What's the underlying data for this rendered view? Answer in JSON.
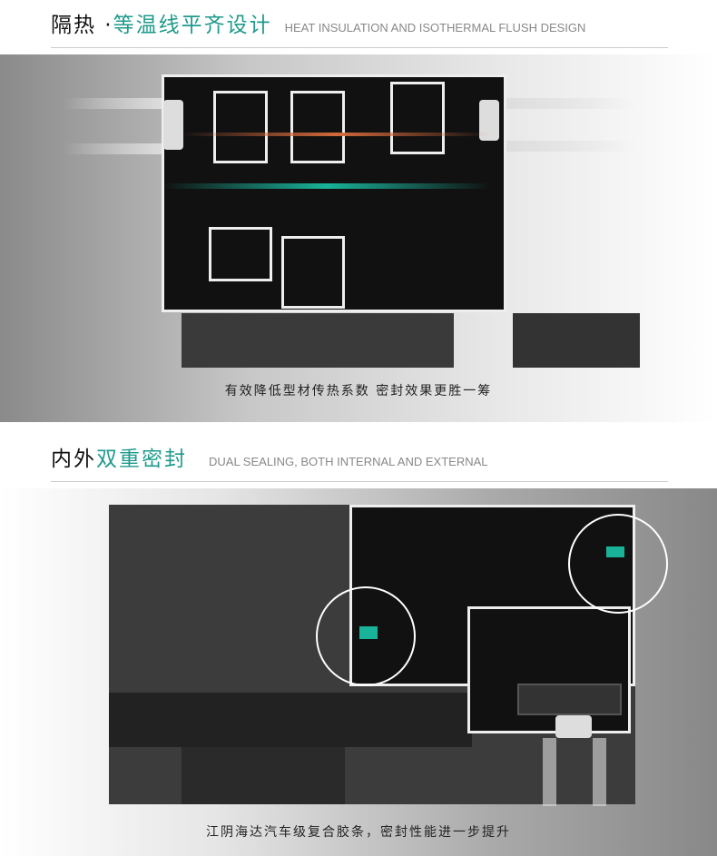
{
  "section1": {
    "title_black": "隔热 · ",
    "title_accent": "等温线平齐设计",
    "subtitle_en": "HEAT INSULATION AND ISOTHERMAL FLUSH DESIGN",
    "caption": "有效降低型材传热系数  密封效果更胜一筹",
    "colors": {
      "accent": "#1f9a8c",
      "hot_line": "#d2693c",
      "cold_line": "#19b39a"
    }
  },
  "section2": {
    "title_black": "内外",
    "title_accent": "双重密封",
    "subtitle_en": "DUAL SEALING, BOTH INTERNAL AND EXTERNAL",
    "caption": "江阴海达汽车级复合胶条，密封性能进一步提升",
    "colors": {
      "seal": "#19b39a"
    }
  }
}
